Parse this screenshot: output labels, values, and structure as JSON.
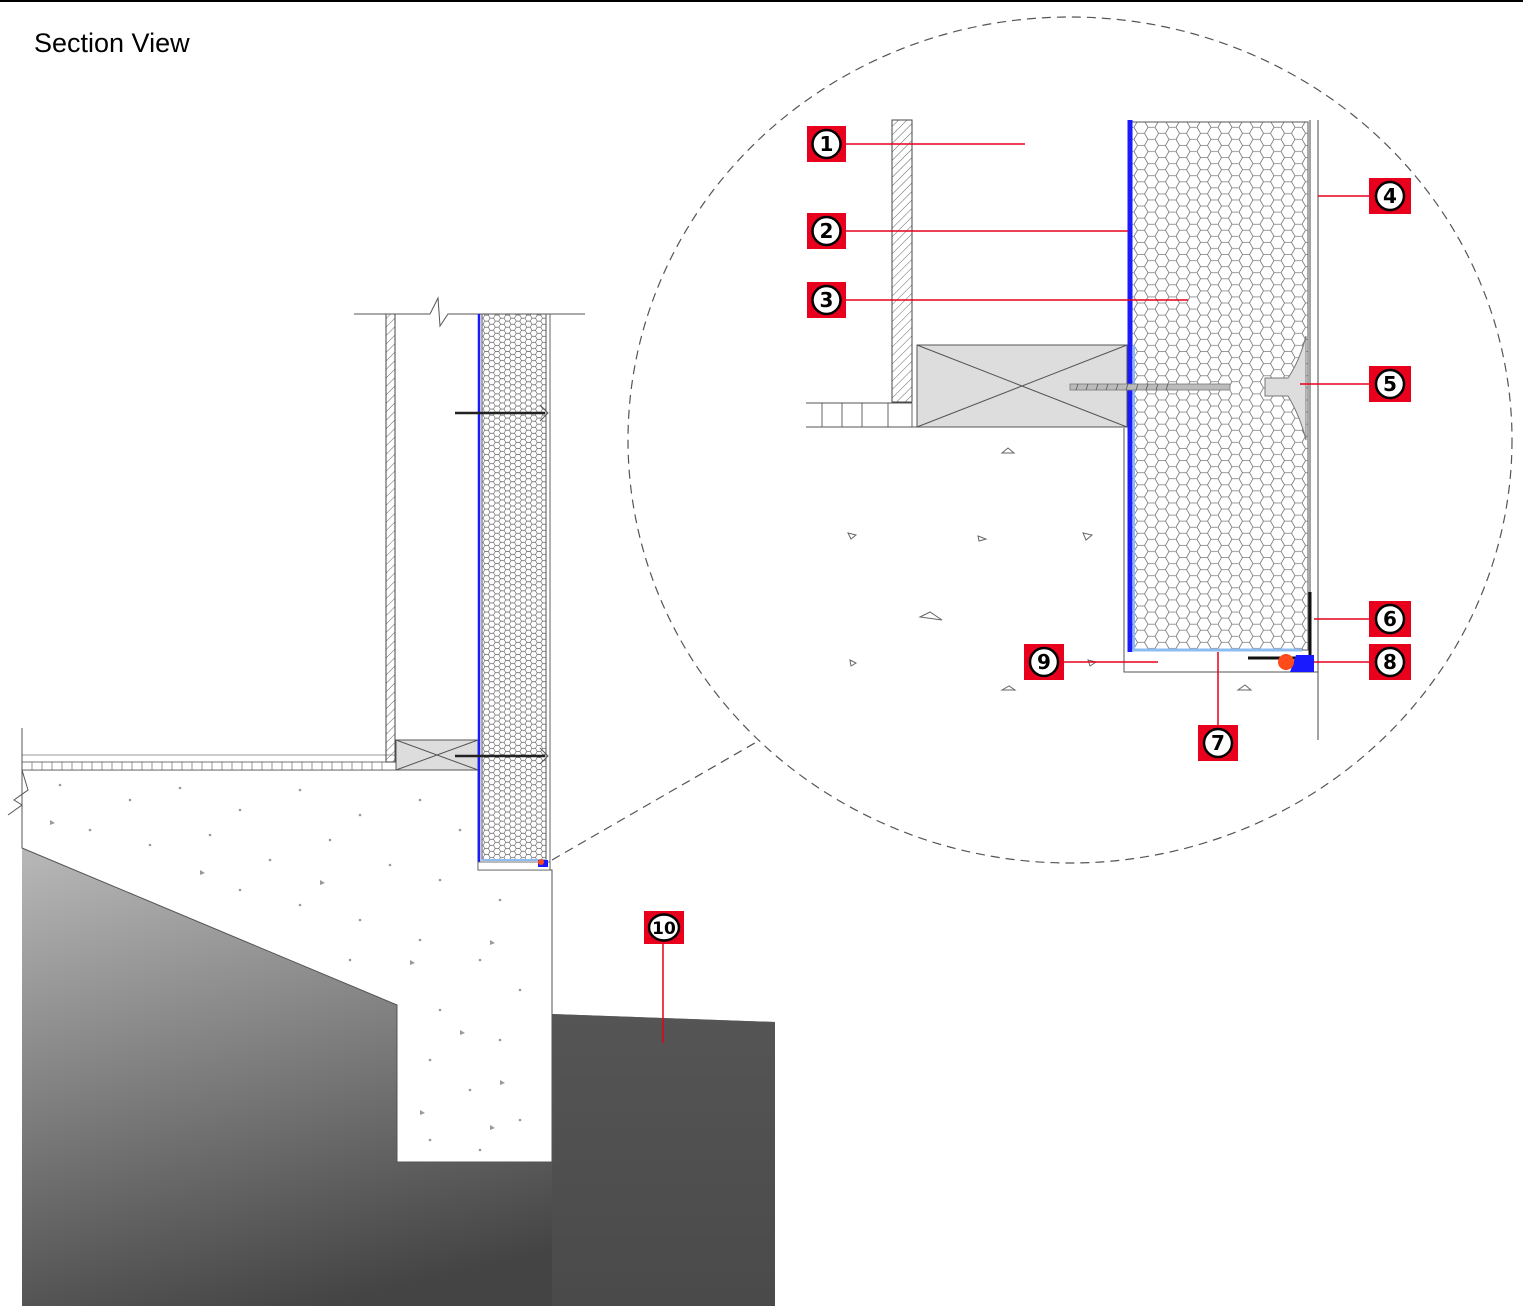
{
  "page": {
    "title": "Section View"
  },
  "colors": {
    "leader": "#e8001c",
    "membrane": "#1a1aff",
    "membrane_light": "#8cbcf0",
    "sealant": "#ff4a1c",
    "soil_light": "#b5b5b5",
    "soil_dark": "#4a4a4a"
  },
  "callouts": [
    {
      "id": "1",
      "label": "1"
    },
    {
      "id": "2",
      "label": "2"
    },
    {
      "id": "3",
      "label": "3"
    },
    {
      "id": "4",
      "label": "4"
    },
    {
      "id": "5",
      "label": "5"
    },
    {
      "id": "6",
      "label": "6"
    },
    {
      "id": "7",
      "label": "7"
    },
    {
      "id": "8",
      "label": "8"
    },
    {
      "id": "9",
      "label": "9"
    },
    {
      "id": "10",
      "label": "10"
    }
  ]
}
